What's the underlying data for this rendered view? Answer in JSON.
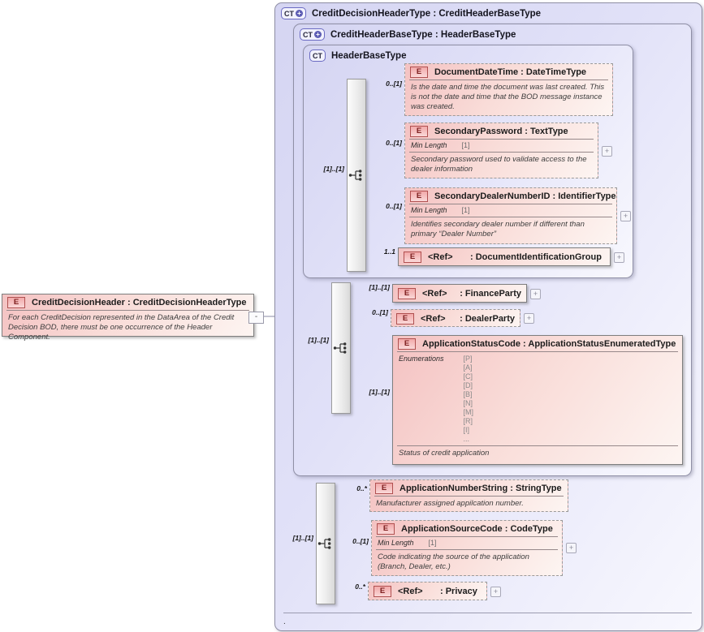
{
  "badges": {
    "ct": "CT",
    "e": "E",
    "ct_plus": "+"
  },
  "connectors": {
    "expand": "+",
    "collapse": "-"
  },
  "left_element": {
    "title": "CreditDecisionHeader : CreditDecisionHeaderType",
    "annotation": "For each CreditDecision represented in the DataArea of the Credit Decision BOD, there must be one occurrence of the Header Component."
  },
  "outer_box": {
    "title": "CreditDecisionHeaderType : CreditHeaderBaseType",
    "footer_text": "."
  },
  "inner_box": {
    "title": "CreditHeaderBaseType : HeaderBaseType"
  },
  "base_box": {
    "title": "HeaderBaseType"
  },
  "groups": {
    "header_base_sequence": {
      "cardinality": "[1]..[1]"
    },
    "credit_header_sequence": {
      "cardinality": "[1]..[1]"
    },
    "credit_decision_sequence": {
      "cardinality": "[1]..[1]"
    }
  },
  "elements": {
    "documentDateTime": {
      "cardinality": "0..[1]",
      "title": "DocumentDateTime : DateTimeType",
      "annotation": "Is the date and time the document was last created. This is not the date and time that the BOD message instance was created."
    },
    "secondaryPassword": {
      "cardinality": "0..[1]",
      "title": "SecondaryPassword : TextType",
      "facet_name": "Min Length",
      "facet_value": "[1]",
      "annotation": "Secondary password used to validate access to the dealer information"
    },
    "secondaryDealerNumberID": {
      "cardinality": "0..[1]",
      "title": "SecondaryDealerNumberID : IdentifierType",
      "facet_name": "Min Length",
      "facet_value": "[1]",
      "annotation": "Identifies secondary dealer number if different than primary “Dealer Number”"
    },
    "documentIdentificationGroup": {
      "cardinality": "1..1",
      "ref_label": "<Ref>",
      "type_label": ": DocumentIdentificationGroup"
    },
    "financeParty": {
      "cardinality": "[1]..[1]",
      "ref_label": "<Ref>",
      "type_label": ": FinanceParty"
    },
    "dealerParty": {
      "cardinality": "0..[1]",
      "ref_label": "<Ref>",
      "type_label": ": DealerParty"
    },
    "applicationStatusCode": {
      "cardinality": "[1]..[1]",
      "title": "ApplicationStatusCode : ApplicationStatusEnumeratedType",
      "facet_name": "Enumerations",
      "enumerations": [
        "[P]",
        "[A]",
        "[C]",
        "[D]",
        "[B]",
        "[N]",
        "[M]",
        "[R]",
        "[I]",
        "..."
      ],
      "annotation": "Status of credit application"
    },
    "applicationNumberString": {
      "cardinality": "0..*",
      "title": "ApplicationNumberString : StringType",
      "annotation": "Manufacturer assigned appilcation number."
    },
    "applicationSourceCode": {
      "cardinality": "0..[1]",
      "title": "ApplicationSourceCode : CodeType",
      "facet_name": "Min Length",
      "facet_value": "[1]",
      "annotation": "Code indicating the source of the application (Branch, Dealer, etc.)"
    },
    "privacy": {
      "cardinality": "0..*",
      "ref_label": "<Ref>",
      "type_label": ": Privacy"
    }
  }
}
